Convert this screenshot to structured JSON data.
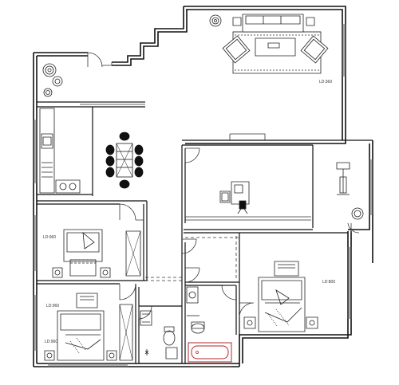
{
  "labels": {
    "living": "LD:360",
    "bed_mid": "LD:960",
    "bed_right": "LD:800",
    "bed_bottom_a": "LD:960",
    "bed_bottom_b": "LD:960"
  },
  "colors": {
    "wall": "#111111",
    "line": "#333333",
    "light": "#777777",
    "bathtub": "#b3262b"
  }
}
